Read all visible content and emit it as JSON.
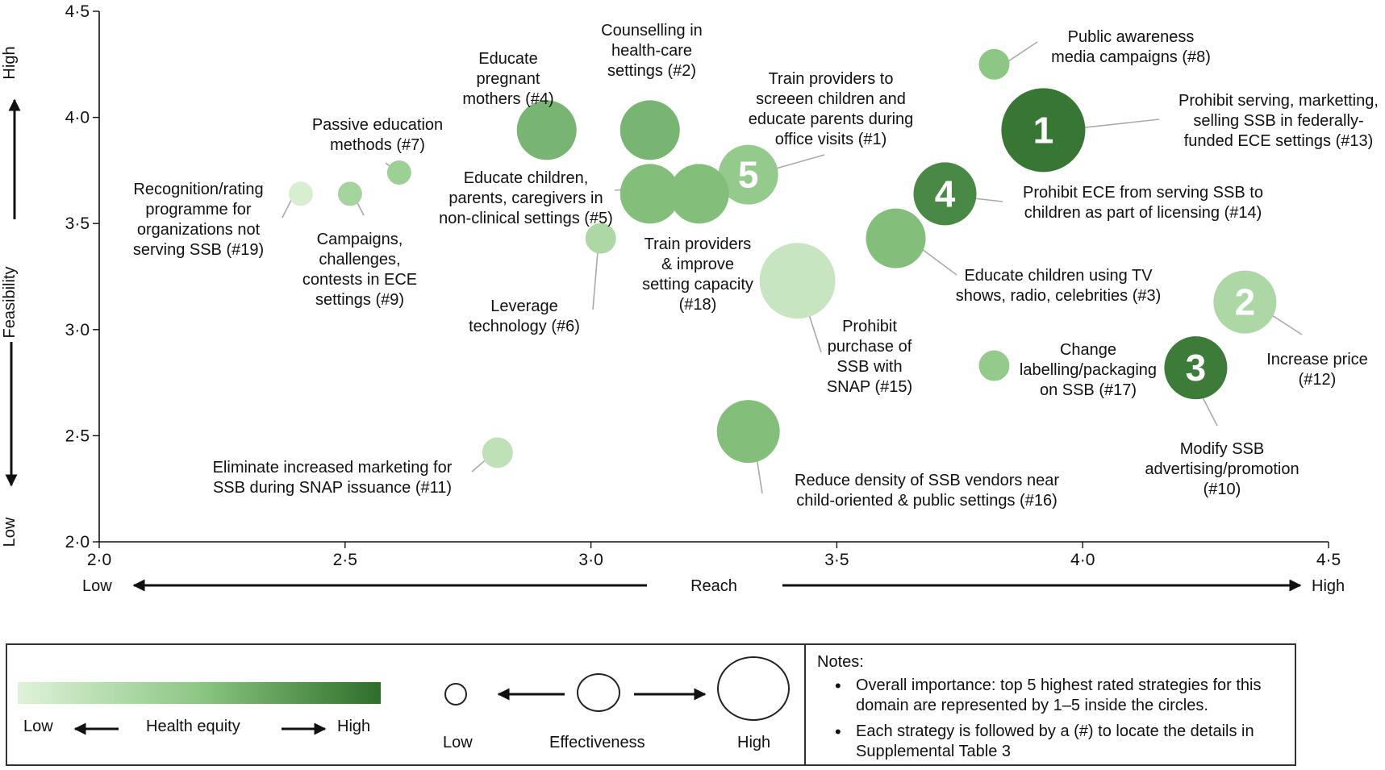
{
  "chart_data": {
    "type": "scatter",
    "xlabel": "Reach",
    "ylabel": "Feasibility",
    "xlim": [
      2.0,
      4.5
    ],
    "ylim": [
      2.0,
      4.5
    ],
    "x_ticks": [
      "2·0",
      "2·5",
      "3·0",
      "3·5",
      "4·0",
      "4·5"
    ],
    "y_ticks": [
      "2·0",
      "2·5",
      "3·0",
      "3·5",
      "4·0",
      "4·5"
    ],
    "x_low": "Low",
    "x_high": "High",
    "y_low": "Low",
    "y_high": "High",
    "grid": false,
    "points": [
      {
        "id": "#1",
        "label": "Train providers to screeen children and educate parents during office visits (#1)",
        "x": 3.32,
        "y": 3.73,
        "effectiveness": 3,
        "health_equity": 0.45,
        "rank": "5"
      },
      {
        "id": "#2",
        "label": "Counselling in health-care settings (#2)",
        "x": 3.12,
        "y": 3.94,
        "effectiveness": 3,
        "health_equity": 0.6,
        "rank": ""
      },
      {
        "id": "#3",
        "label": "Educate children using TV shows, radio, celebrities (#3)",
        "x": 3.62,
        "y": 3.43,
        "effectiveness": 3,
        "health_equity": 0.55,
        "rank": ""
      },
      {
        "id": "#4",
        "label": "Educate pregnant mothers (#4)",
        "x": 2.91,
        "y": 3.94,
        "effectiveness": 3,
        "health_equity": 0.6,
        "rank": ""
      },
      {
        "id": "#5",
        "label": "Educate children, parents, caregivers in non-clinical settings (#5)",
        "x": 3.12,
        "y": 3.64,
        "effectiveness": 3,
        "health_equity": 0.55,
        "rank": ""
      },
      {
        "id": "#6",
        "label": "Leverage technology (#6)",
        "x": 3.02,
        "y": 3.43,
        "effectiveness": 1.2,
        "health_equity": 0.3,
        "rank": ""
      },
      {
        "id": "#7",
        "label": "Passive education methods (#7)",
        "x": 2.61,
        "y": 3.74,
        "effectiveness": 0.8,
        "health_equity": 0.4,
        "rank": ""
      },
      {
        "id": "#8",
        "label": "Public awareness media campaigns (#8)",
        "x": 3.82,
        "y": 4.25,
        "effectiveness": 1.2,
        "health_equity": 0.5,
        "rank": ""
      },
      {
        "id": "#9",
        "label": "Campaigns, challenges, contests in ECE settings (#9)",
        "x": 2.51,
        "y": 3.64,
        "effectiveness": 0.8,
        "health_equity": 0.35,
        "rank": ""
      },
      {
        "id": "#10",
        "label": "Modify SSB advertising/promotion (#10)",
        "x": 4.23,
        "y": 2.82,
        "effectiveness": 3.2,
        "health_equity": 0.92,
        "rank": "3"
      },
      {
        "id": "#11",
        "label": "Eliminate increased marketing for SSB during SNAP issuance (#11)",
        "x": 2.81,
        "y": 2.42,
        "effectiveness": 1.2,
        "health_equity": 0.2,
        "rank": ""
      },
      {
        "id": "#12",
        "label": "Increase price (#12)",
        "x": 4.33,
        "y": 3.13,
        "effectiveness": 3.2,
        "health_equity": 0.3,
        "rank": "2"
      },
      {
        "id": "#13",
        "label": "Prohibit serving, marketting, selling SSB in federally-funded ECE settings (#13)",
        "x": 3.92,
        "y": 3.94,
        "effectiveness": 4.5,
        "health_equity": 0.95,
        "rank": "1"
      },
      {
        "id": "#14",
        "label": "Prohibit ECE from serving SSB to children as part of licensing (#14)",
        "x": 3.72,
        "y": 3.64,
        "effectiveness": 3.2,
        "health_equity": 0.85,
        "rank": "4"
      },
      {
        "id": "#15",
        "label": "Prohibit purchase of SSB with SNAP (#15)",
        "x": 3.42,
        "y": 3.23,
        "effectiveness": 4.0,
        "health_equity": 0.15,
        "rank": ""
      },
      {
        "id": "#16",
        "label": "Reduce density of SSB vendors near child-oriented & public settings (#16)",
        "x": 3.32,
        "y": 2.52,
        "effectiveness": 3.2,
        "health_equity": 0.55,
        "rank": ""
      },
      {
        "id": "#17",
        "label": "Change labelling/packaging on SSB (#17)",
        "x": 3.82,
        "y": 2.83,
        "effectiveness": 1.2,
        "health_equity": 0.45,
        "rank": ""
      },
      {
        "id": "#18",
        "label": "Train providers & improve setting capacity (#18)",
        "x": 3.22,
        "y": 3.64,
        "effectiveness": 3,
        "health_equity": 0.55,
        "rank": ""
      },
      {
        "id": "#19",
        "label": "Recognition/rating programme for organizations not serving SSB (#19)",
        "x": 2.41,
        "y": 3.64,
        "effectiveness": 0.8,
        "health_equity": 0.05,
        "rank": ""
      }
    ]
  },
  "legend": {
    "equity_title": "Health equity",
    "equity_low": "Low",
    "equity_high": "High",
    "effectiveness_title": "Effectiveness",
    "effectiveness_low": "Low",
    "effectiveness_high": "High",
    "notes_title": "Notes:",
    "notes": [
      "Overall importance: top 5 highest rated strategies for this domain are represented by 1–5 inside the circles.",
      "Each strategy is followed by a (#) to locate the details in Supplemental Table 3"
    ]
  }
}
